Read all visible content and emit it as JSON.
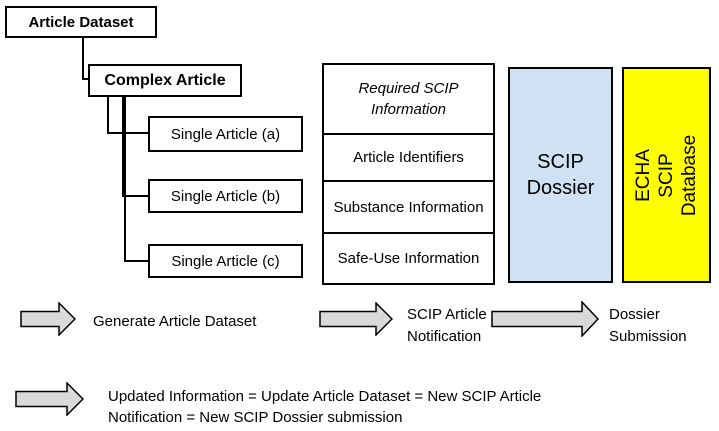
{
  "tree": {
    "root_label": "Article Dataset",
    "complex_label": "Complex Article",
    "singles": [
      {
        "label": "Single Article (a)"
      },
      {
        "label": "Single Article (b)"
      },
      {
        "label": "Single Article (c)"
      }
    ]
  },
  "scip_table": {
    "header": "Required SCIP Information",
    "rows": [
      {
        "label": "Article Identifiers"
      },
      {
        "label": "Substance Information"
      },
      {
        "label": "Safe-Use Information"
      }
    ]
  },
  "dossier": {
    "label": "SCIP Dossier",
    "fill": "#cfe2f3"
  },
  "database": {
    "label": "ECHA SCIP Database",
    "fill": "#ffff00"
  },
  "flow": {
    "step1_label": "Generate Article Dataset",
    "step2_label": "SCIP Article Notification",
    "step3_label": "Dossier Submission",
    "update_note": {
      "line1": "Updated Information = Update Article Dataset = New SCIP Article",
      "line2": "Notification = New SCIP Dossier submission"
    }
  },
  "colors": {
    "arrow_fill": "#d9d9d9",
    "line": "#000000"
  }
}
